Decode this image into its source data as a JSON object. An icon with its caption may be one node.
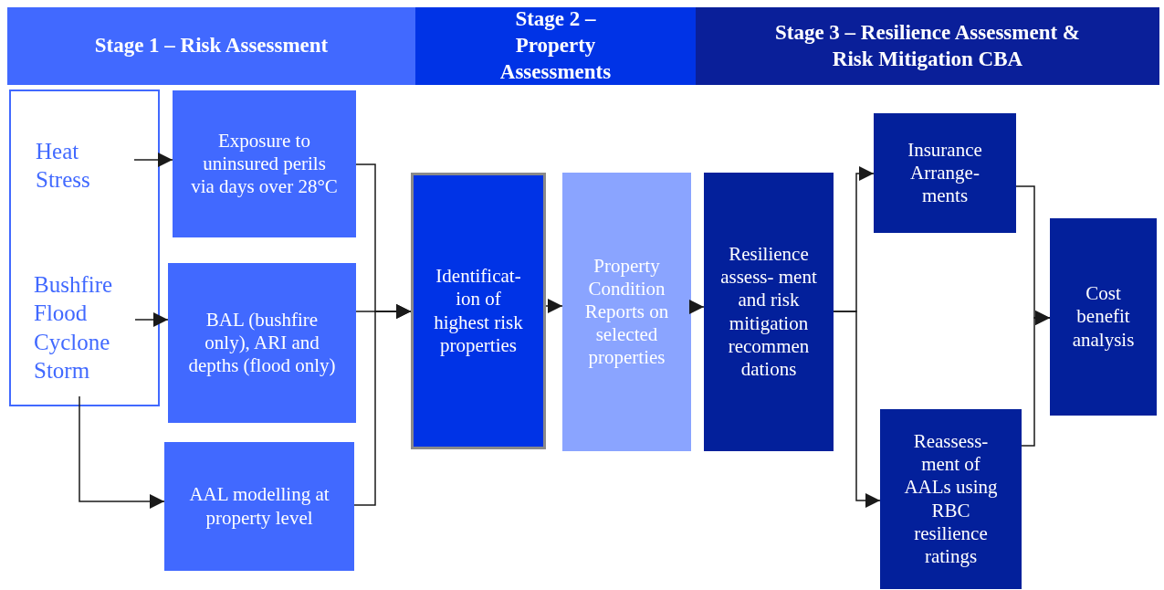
{
  "diagram": {
    "nodes": [
      {
        "text": [
          "Stage 1 – Risk Assessment"
        ]
      },
      {
        "text": [
          "Stage 2 – Property Assessments"
        ]
      },
      {
        "text": [
          "Stage 3 – Resilience Assessment & Risk Mitigation CBA"
        ]
      },
      {
        "text": [],
        "shape": "box"
      },
      {
        "text": [
          "Heat Stress"
        ],
        "in": 3
      },
      {
        "text": [
          "Bushfire Flood Cyclone Storm"
        ],
        "in": 3
      },
      {
        "text": [
          "Exposure to uninsured perils via days over 28°C"
        ]
      },
      {
        "text": [
          "BAL (bushfire only), ARI and depths (flood only)"
        ]
      },
      {
        "text": [
          "AAL modelling at property level"
        ]
      },
      {
        "text": [
          "Identificat- ion of highest risk properties"
        ]
      },
      {
        "text": [
          "Property Condition Reports on selected properties"
        ]
      },
      {
        "text": [
          "Resilience assess- ment and risk mitigation recommen dations"
        ]
      },
      {
        "text": [
          "Insurance Arrange- ments"
        ]
      },
      {
        "text": [
          "Reassess- ment of AALs using RBC resilience ratings"
        ]
      },
      {
        "text": [
          "Cost benefit analysis"
        ]
      }
    ],
    "edges": [
      {
        "from": 4,
        "to": 6,
        "arrow": "to"
      },
      {
        "from": 5,
        "to": 7,
        "arrow": "to"
      },
      {
        "from": 5,
        "to": 8,
        "arrow": "to"
      },
      {
        "from": 6,
        "to": 9,
        "arrow": "to"
      },
      {
        "from": 7,
        "to": 9,
        "arrow": "to"
      },
      {
        "from": 8,
        "to": 9,
        "arrow": "to"
      },
      {
        "from": 9,
        "to": 10,
        "arrow": "to"
      },
      {
        "from": 10,
        "to": 11,
        "arrow": "to"
      },
      {
        "from": 11,
        "to": 12,
        "arrow": "to"
      },
      {
        "from": 11,
        "to": 13,
        "arrow": "to"
      },
      {
        "from": 12,
        "to": 14,
        "arrow": "to"
      },
      {
        "from": 13,
        "to": 14,
        "arrow": "to"
      }
    ]
  }
}
